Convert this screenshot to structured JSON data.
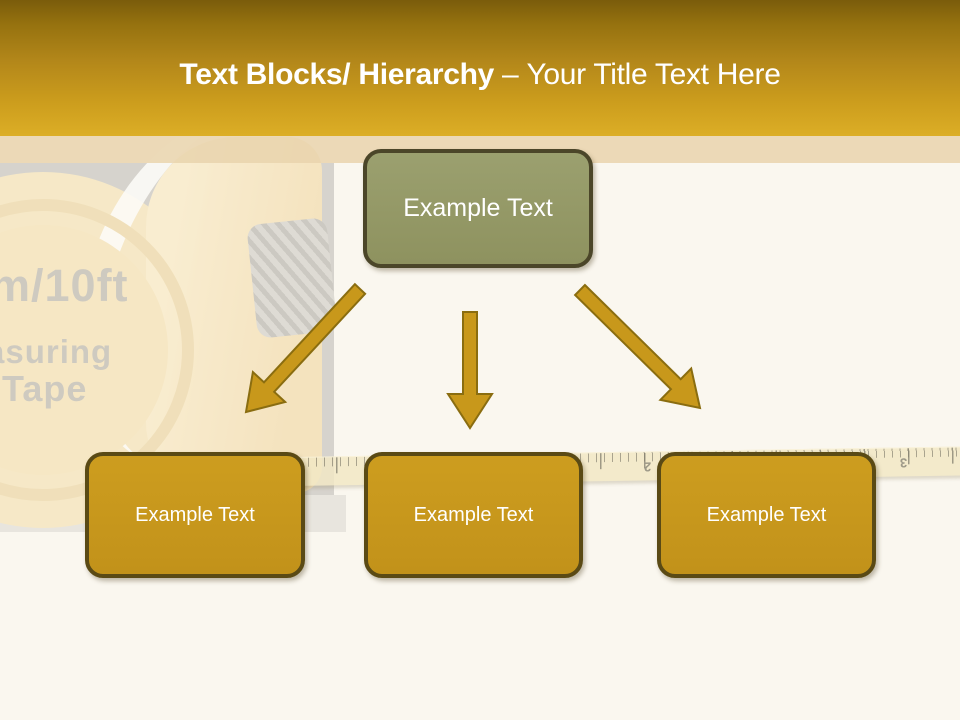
{
  "title": {
    "primary": "Text Blocks/ Hierarchy",
    "separator": "–",
    "secondary": "Your Title Text Here"
  },
  "diagram": {
    "root": {
      "label": "Example Text"
    },
    "children": [
      {
        "label": "Example Text"
      },
      {
        "label": "Example Text"
      },
      {
        "label": "Example Text"
      }
    ]
  },
  "background": {
    "photo_text_lines": [
      "m/10ft",
      "asuring",
      "Tape"
    ],
    "tape_numbers": [
      "2",
      "3"
    ]
  },
  "colors": {
    "header_gold_dark": "#7a5c0b",
    "header_gold_light": "#dcae26",
    "band_tan": "#ecd8b4",
    "body_bg": "#faf7ef",
    "accent_gold": "#c8981b",
    "gold_border": "#5a4a15",
    "arrow_outline": "#8a6d10",
    "root_olive": "#959a6b",
    "root_olive_border": "#4b4629",
    "text_white": "#ffffff"
  }
}
